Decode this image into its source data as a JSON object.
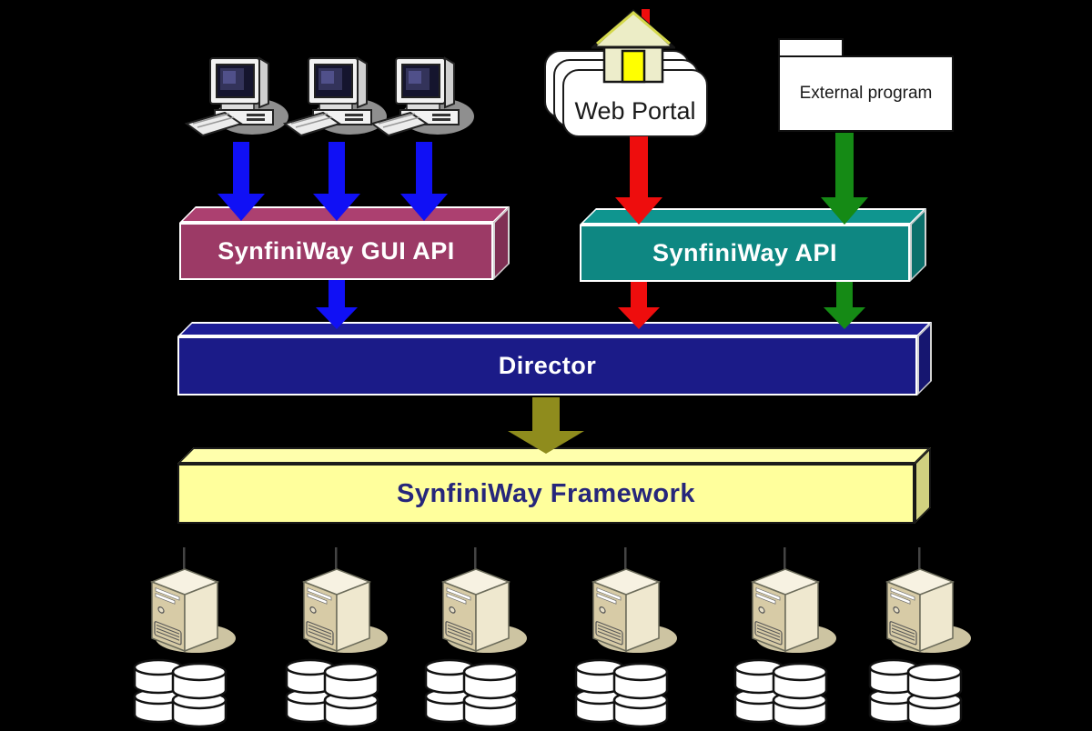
{
  "title": "SynfiniWay architecture diagram",
  "colors": {
    "background": "#000000",
    "arrow_blue": "#1010f5",
    "arrow_red": "#ee0d0d",
    "arrow_green": "#158a15",
    "arrow_olive": "#8f8c1d",
    "box_gui_api": "#9c3a66",
    "box_api": "#0e8782",
    "box_director": "#1b1b88",
    "box_framework": "#ffff9c",
    "framework_text": "#26267b",
    "box_text": "#ffffff",
    "portal_fill": "#ffffff",
    "portal_text": "#1a1a1a"
  },
  "nodes": {
    "clients": {
      "icon": "desktop-computer",
      "count": 3
    },
    "web_portal": {
      "label": "Web Portal",
      "icon": "house"
    },
    "external_program": {
      "label": "External program"
    },
    "gui_api": {
      "label": "SynfiniWay GUI API"
    },
    "api": {
      "label": "SynfiniWay API"
    },
    "director": {
      "label": "Director"
    },
    "framework": {
      "label": "SynfiniWay Framework"
    },
    "hosts": {
      "icon": "server-tower",
      "count": 6
    },
    "databases": {
      "icon": "database-cylinders",
      "count": 6
    }
  },
  "edges": [
    {
      "from": "client-1",
      "to": "gui_api",
      "color": "blue"
    },
    {
      "from": "client-2",
      "to": "gui_api",
      "color": "blue"
    },
    {
      "from": "client-3",
      "to": "gui_api",
      "color": "blue"
    },
    {
      "from": "web_portal",
      "to": "api",
      "color": "red"
    },
    {
      "from": "external_program",
      "to": "api",
      "color": "green"
    },
    {
      "from": "gui_api",
      "to": "director",
      "color": "blue"
    },
    {
      "from": "api",
      "to": "director",
      "color": "red"
    },
    {
      "from": "api",
      "to": "director",
      "color": "green"
    },
    {
      "from": "director",
      "to": "framework",
      "color": "olive"
    }
  ]
}
